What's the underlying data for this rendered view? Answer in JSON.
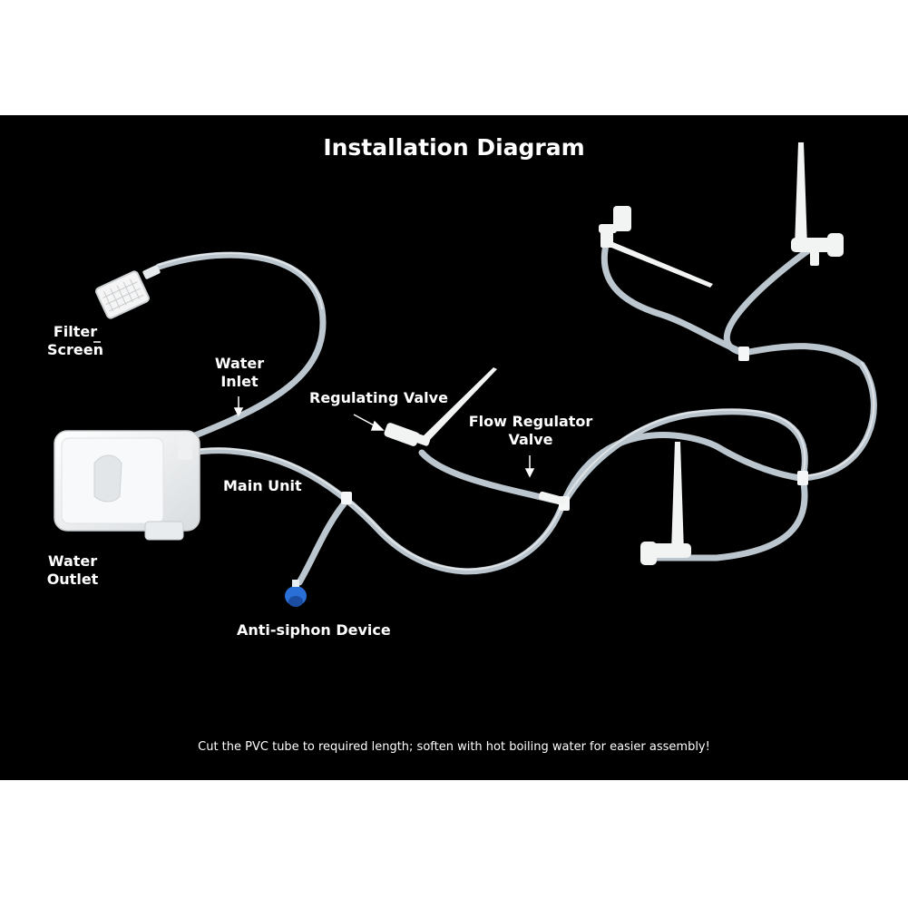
{
  "title": "Installation Diagram",
  "labels": {
    "filter_screen": [
      "Filter",
      "Screen"
    ],
    "water_inlet": [
      "Water",
      "Inlet"
    ],
    "regulating_valve": "Regulating Valve",
    "flow_regulator_valve": [
      "Flow Regulator",
      "Valve"
    ],
    "main_unit": "Main Unit",
    "water_outlet": [
      "Water",
      "Outlet"
    ],
    "anti_siphon_device": "Anti-siphon Device"
  },
  "note": "Cut the PVC tube to required length; soften with hot boiling water for easier assembly!",
  "colors": {
    "background": "#000000",
    "tube": "#e6eef4",
    "device": "#f2f3f3",
    "anti_siphon": "#2a6fd6",
    "text": "#ffffff"
  }
}
